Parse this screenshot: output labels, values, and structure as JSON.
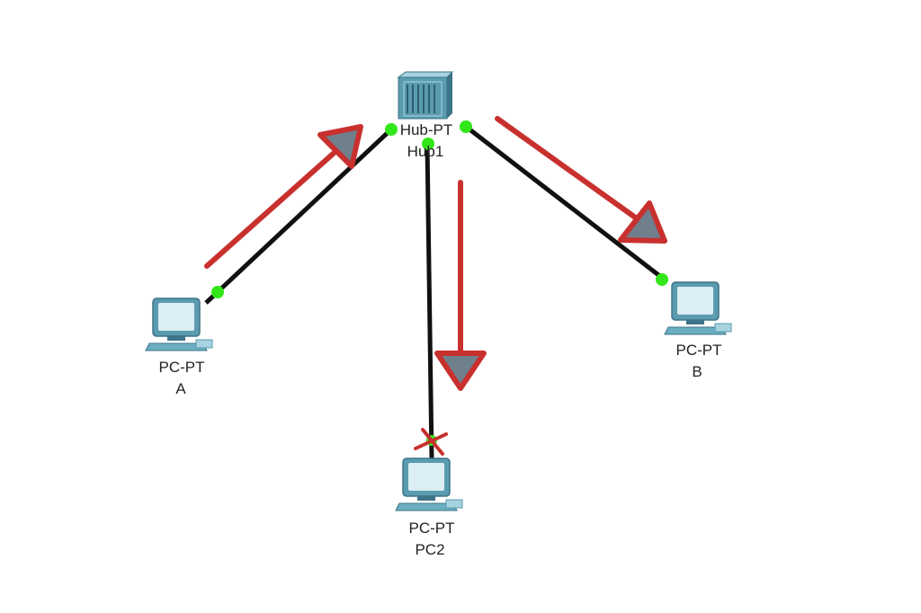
{
  "colors": {
    "background": "#ffffff",
    "cable": "#111111",
    "link_light": "#33e61a",
    "arrow_stroke": "#c8302e",
    "arrow_fill": "#6f7f8c",
    "device_body": "#5a9bb0",
    "device_light": "#a6d3df",
    "device_dark": "#3d7487",
    "label_text": "#222222"
  },
  "devices": {
    "hub": {
      "type": "Hub-PT",
      "name": "Hub1",
      "icon": "hub-icon"
    },
    "pc_a": {
      "type": "PC-PT",
      "name": "A",
      "icon": "pc-icon"
    },
    "pc2": {
      "type": "PC-PT",
      "name": "PC2",
      "icon": "pc-icon"
    },
    "pc_b": {
      "type": "PC-PT",
      "name": "B",
      "icon": "pc-icon"
    }
  },
  "links": [
    {
      "from": "pc_a",
      "to": "hub",
      "status": "up"
    },
    {
      "from": "hub",
      "to": "pc2",
      "status": "up"
    },
    {
      "from": "hub",
      "to": "pc_b",
      "status": "up"
    }
  ],
  "annotations": [
    {
      "kind": "arrow",
      "along": "pc_a-hub",
      "direction": "to hub"
    },
    {
      "kind": "arrow",
      "along": "hub-pc2",
      "direction": "to pc2"
    },
    {
      "kind": "arrow",
      "along": "hub-pc_b",
      "direction": "to pc_b"
    },
    {
      "kind": "cross",
      "on": "pc2",
      "icon": "x-mark-icon"
    }
  ]
}
